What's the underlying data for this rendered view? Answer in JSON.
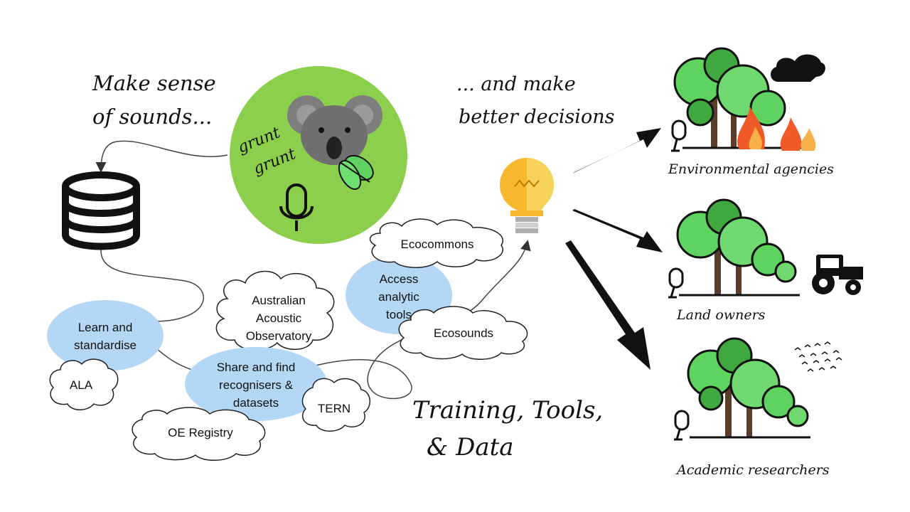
{
  "headline_left": [
    "Make sense",
    "of sounds..."
  ],
  "headline_right": [
    "... and make",
    "better decisions"
  ],
  "koala_text": [
    "grunt",
    "grunt"
  ],
  "hubs": {
    "learn": [
      "Learn and",
      "standardise"
    ],
    "share": [
      "Share and find",
      "recognisers &",
      "datasets"
    ],
    "access": [
      "Access",
      "analytic",
      "tools"
    ]
  },
  "clouds": {
    "ala": "ALA",
    "aao": [
      "Australian",
      "Acoustic",
      "Observatory"
    ],
    "oe_registry": "OE Registry",
    "tern": "TERN",
    "ecocommons": "Ecocommons",
    "ecosounds": "Ecosounds"
  },
  "training": [
    "Training, Tools,",
    "& Data"
  ],
  "audiences": {
    "environmental": "Environmental agencies",
    "land": "Land owners",
    "academic": "Academic researchers"
  },
  "colors": {
    "green_circle": "#8ccf4d",
    "hub_blue": "#b3d7f5",
    "tree_green": "#5fd35f",
    "tree_trunk": "#5a3d2b",
    "bulb_yellow": "#f5b82e",
    "fire": "#f05a28"
  }
}
